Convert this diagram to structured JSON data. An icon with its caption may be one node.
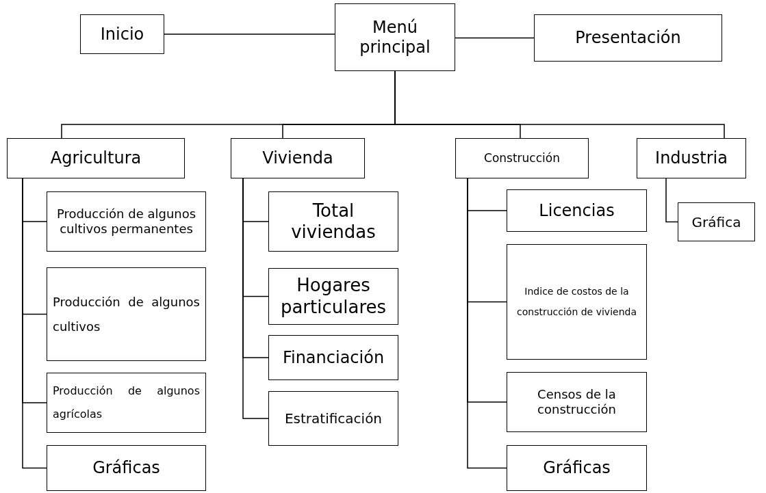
{
  "diagram": {
    "nodes": [
      {
        "text": [
          "Inicio"
        ]
      },
      {
        "text": [
          "Menú principal"
        ]
      },
      {
        "text": [
          "Presentación"
        ]
      },
      {
        "text": [
          "Agricultura"
        ]
      },
      {
        "text": [
          "Vivienda"
        ]
      },
      {
        "text": [
          "Construcción"
        ]
      },
      {
        "text": [
          "Industria"
        ]
      },
      {
        "text": [
          "Producción de algunos cultivos permanentes"
        ]
      },
      {
        "text": [
          "Producción de algunos cultivos"
        ]
      },
      {
        "text": [
          "Producción de algunos agrícolas"
        ]
      },
      {
        "text": [
          "Gráficas"
        ]
      },
      {
        "text": [
          "Total viviendas"
        ]
      },
      {
        "text": [
          "Hogares particulares"
        ]
      },
      {
        "text": [
          "Financiación"
        ]
      },
      {
        "text": [
          "Estratificación"
        ]
      },
      {
        "text": [
          "Licencias"
        ]
      },
      {
        "text": [
          "Indice de costos de la construcción de vivienda"
        ]
      },
      {
        "text": [
          "Censos de la construcción"
        ]
      },
      {
        "text": [
          "Gráficas"
        ]
      },
      {
        "text": [
          "Gráfica"
        ]
      }
    ],
    "edges": [
      {
        "from": 1,
        "to": 0,
        "arrow": "none"
      },
      {
        "from": 1,
        "to": 2,
        "arrow": "none"
      },
      {
        "from": 1,
        "to": 3,
        "arrow": "none"
      },
      {
        "from": 1,
        "to": 4,
        "arrow": "none"
      },
      {
        "from": 1,
        "to": 5,
        "arrow": "none"
      },
      {
        "from": 1,
        "to": 6,
        "arrow": "none"
      },
      {
        "from": 3,
        "to": 7,
        "arrow": "none"
      },
      {
        "from": 3,
        "to": 8,
        "arrow": "none"
      },
      {
        "from": 3,
        "to": 9,
        "arrow": "none"
      },
      {
        "from": 3,
        "to": 10,
        "arrow": "none"
      },
      {
        "from": 4,
        "to": 11,
        "arrow": "none"
      },
      {
        "from": 4,
        "to": 12,
        "arrow": "none"
      },
      {
        "from": 4,
        "to": 13,
        "arrow": "none"
      },
      {
        "from": 4,
        "to": 14,
        "arrow": "none"
      },
      {
        "from": 5,
        "to": 15,
        "arrow": "none"
      },
      {
        "from": 5,
        "to": 16,
        "arrow": "none"
      },
      {
        "from": 5,
        "to": 17,
        "arrow": "none"
      },
      {
        "from": 5,
        "to": 18,
        "arrow": "none"
      },
      {
        "from": 6,
        "to": 19,
        "arrow": "none"
      }
    ]
  }
}
